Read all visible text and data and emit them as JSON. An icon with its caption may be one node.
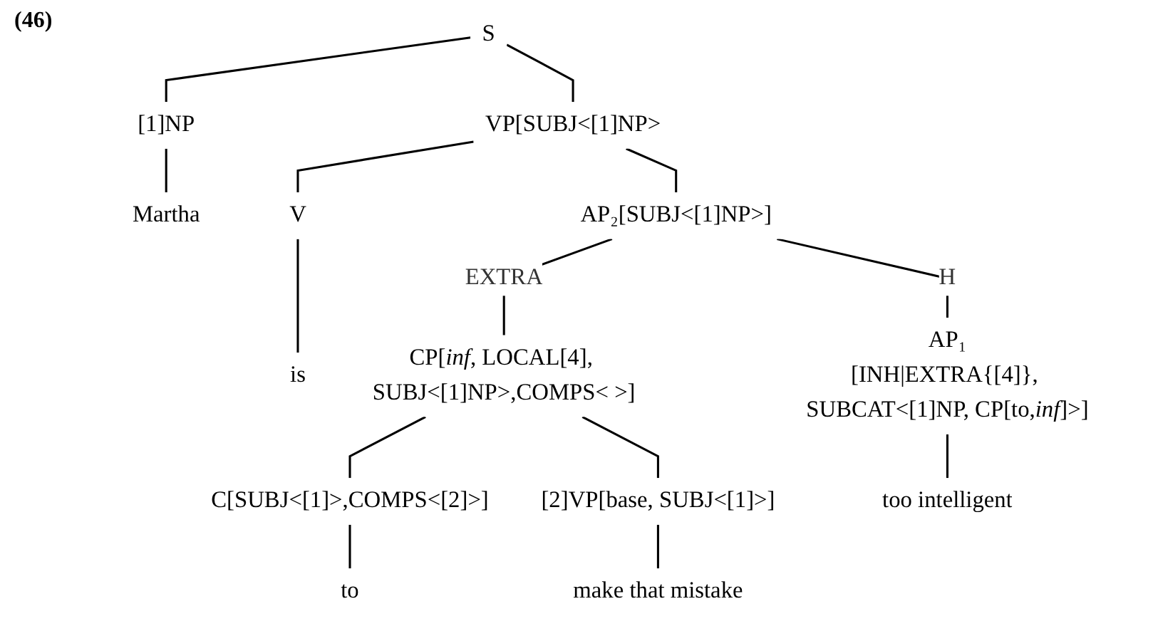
{
  "diagram": {
    "nodes": [
      {
        "text": [
          "S"
        ]
      },
      {
        "text": [
          "[1]NP"
        ]
      },
      {
        "text": [
          "VP[SUBJ<[1]NP>"
        ]
      },
      {
        "text": [
          "Martha"
        ]
      },
      {
        "text": [
          "V"
        ]
      },
      {
        "text": [
          "AP₂[SUBJ<[1]NP>]"
        ]
      },
      {
        "text": [
          "is"
        ]
      },
      {
        "text": [
          "AP₁",
          "[INH|EXTRA{[4]}, SUBCAT<[1]NP, CP[to,*inf*]>]"
        ]
      },
      {
        "text": [
          "CP[*inf*, LOCAL[4], SUBJ<[1]NP>,COMPS< >]"
        ]
      },
      {
        "text": [
          "C[SUBJ<[1]>,COMPS<[2]>]"
        ]
      },
      {
        "text": [
          "[2]VP[base, SUBJ<[1]>]"
        ]
      },
      {
        "text": [
          "too intelligent"
        ]
      },
      {
        "text": [
          "to"
        ]
      },
      {
        "text": [
          "make that mistake"
        ]
      }
    ],
    "edges": [
      {
        "from": 0,
        "to": 1,
        "arrow": "none"
      },
      {
        "from": 0,
        "to": 2,
        "arrow": "none"
      },
      {
        "from": 1,
        "to": 3,
        "arrow": "none"
      },
      {
        "from": 2,
        "to": 4,
        "arrow": "none"
      },
      {
        "from": 2,
        "to": 5,
        "arrow": "none"
      },
      {
        "from": 4,
        "to": 6,
        "arrow": "none"
      },
      {
        "from": 5,
        "to": 7,
        "arrow": "none",
        "label": "H"
      },
      {
        "from": 5,
        "to": 8,
        "arrow": "none",
        "label": "EXTRA"
      },
      {
        "from": 7,
        "to": 11,
        "arrow": "none"
      },
      {
        "from": 8,
        "to": 9,
        "arrow": "none"
      },
      {
        "from": 8,
        "to": 10,
        "arrow": "none"
      },
      {
        "from": 9,
        "to": 12,
        "arrow": "none"
      },
      {
        "from": 10,
        "to": 13,
        "arrow": "none"
      }
    ],
    "labels": [
      "(46)"
    ]
  }
}
